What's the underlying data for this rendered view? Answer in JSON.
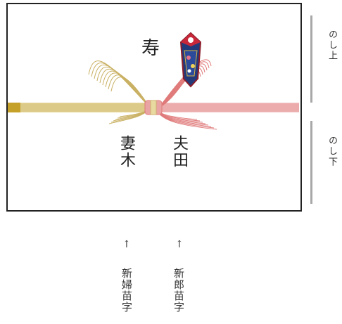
{
  "noshi": {
    "title": "寿",
    "names": {
      "groom": "夫田",
      "bride": "妻木"
    }
  },
  "side_labels": {
    "upper": "のし上",
    "lower": "のし下"
  },
  "captions": {
    "arrow": "↑",
    "bride_label": "新婦苗字",
    "groom_label": "新郎苗字"
  },
  "colors": {
    "gold": "#c9b062",
    "gold_light": "#e8d9a0",
    "gold_tip": "#c6a12a",
    "red": "#e07a7a",
    "red_light": "#f4c9c9"
  }
}
